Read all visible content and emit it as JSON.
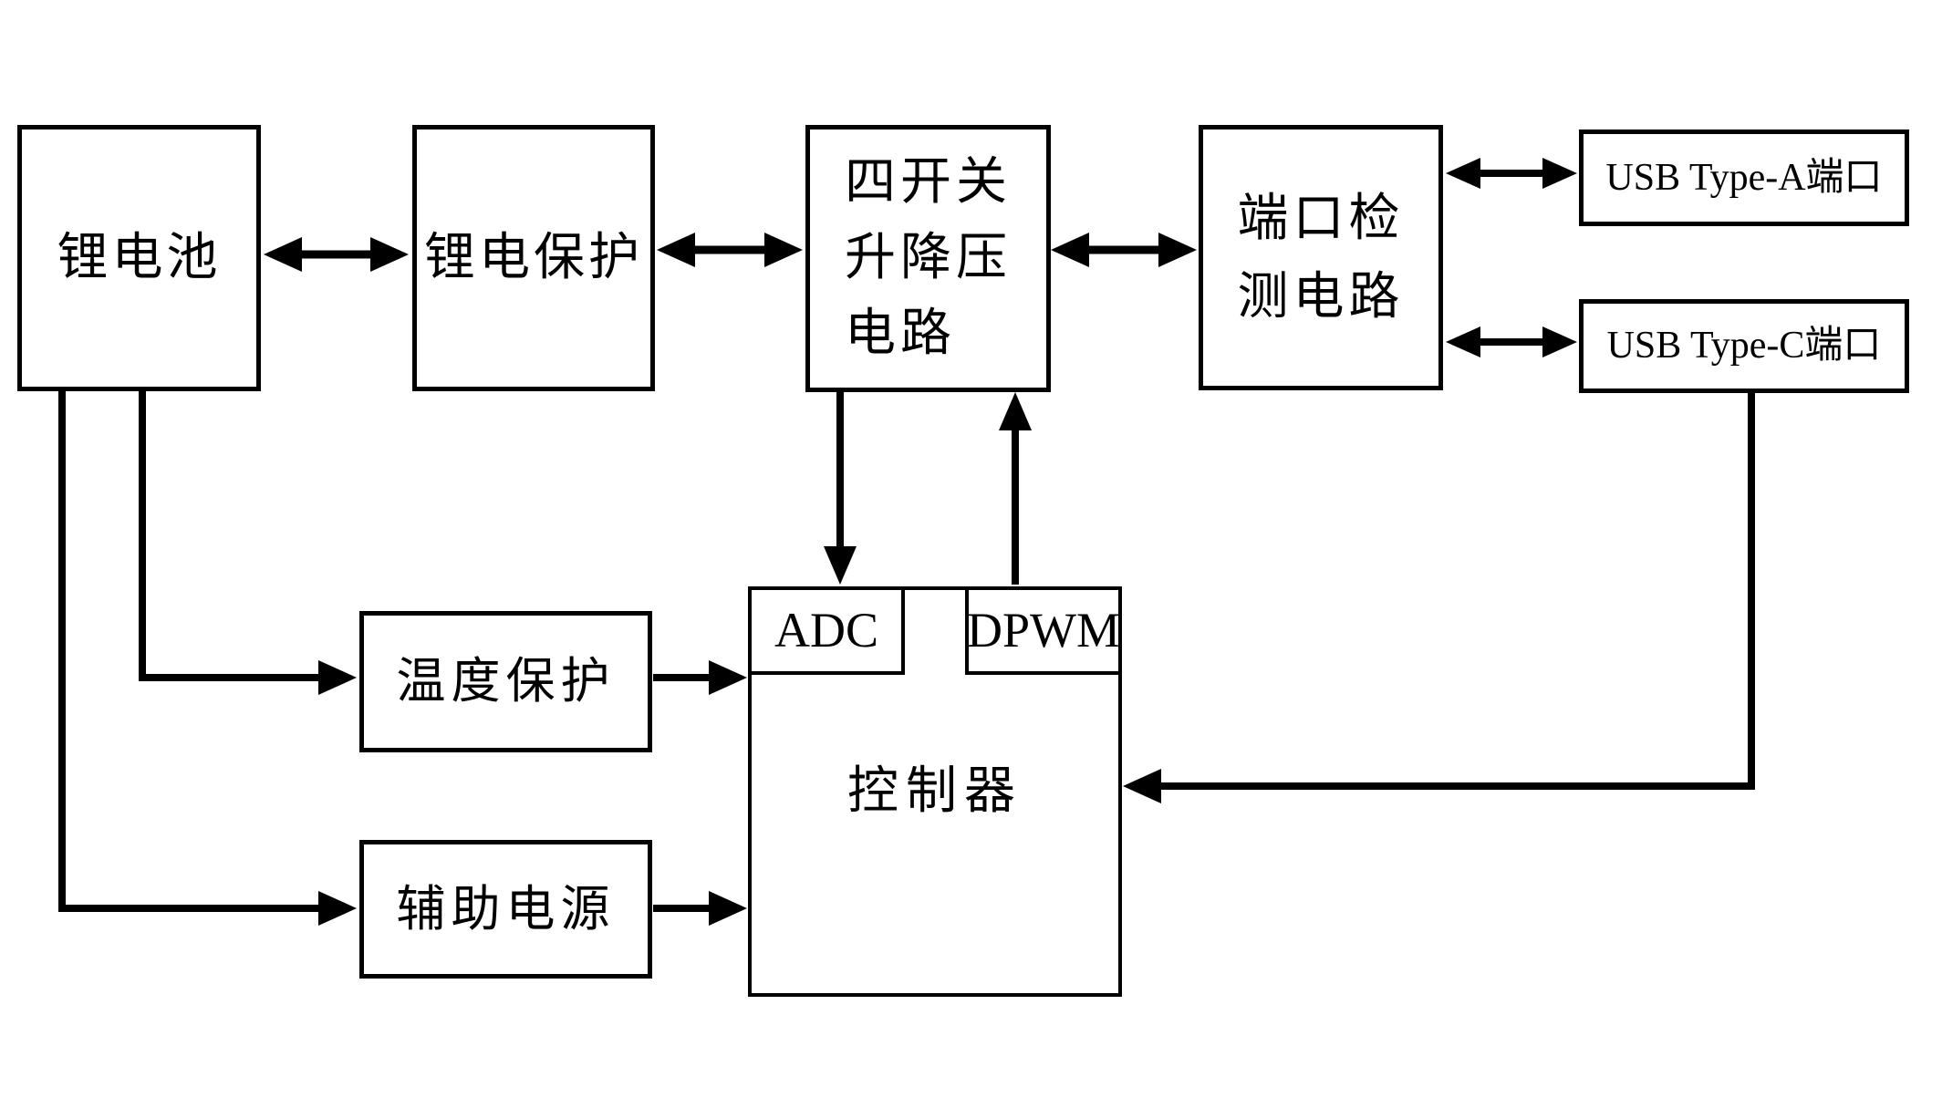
{
  "diagram": {
    "type": "block-diagram",
    "background_color": "#ffffff",
    "line_color": "#000000",
    "box_fill_color": "#ffffff",
    "nodes": {
      "battery": {
        "label": "锂电池"
      },
      "battery_protection": {
        "label": "锂电保护"
      },
      "buck_boost": {
        "label": "四开关升降压电路",
        "lines": [
          "四开关",
          "升降压",
          "电路"
        ]
      },
      "port_detection": {
        "label": "端口检测电路",
        "lines": [
          "端口检",
          "测电路"
        ]
      },
      "usb_type_a": {
        "label": "USB Type-A端口"
      },
      "usb_type_c": {
        "label": "USB Type-C端口"
      },
      "temperature_protection": {
        "label": "温度保护"
      },
      "auxiliary_power": {
        "label": "辅助电源"
      },
      "controller": {
        "label": "控制器"
      },
      "adc": {
        "label": "ADC"
      },
      "dpwm": {
        "label": "DPWM"
      }
    },
    "edges": [
      {
        "from": "锂电池",
        "to": "锂电保护",
        "style": "double-arrow"
      },
      {
        "from": "锂电保护",
        "to": "四开关升降压电路",
        "style": "double-arrow"
      },
      {
        "from": "四开关升降压电路",
        "to": "端口检测电路",
        "style": "double-arrow"
      },
      {
        "from": "端口检测电路",
        "to": "USB Type-A端口",
        "style": "double-arrow"
      },
      {
        "from": "端口检测电路",
        "to": "USB Type-C端口",
        "style": "double-arrow"
      },
      {
        "from": "四开关升降压电路",
        "to": "ADC",
        "style": "arrow"
      },
      {
        "from": "DPWM",
        "to": "四开关升降压电路",
        "style": "arrow"
      },
      {
        "from": "锂电池",
        "to": "温度保护",
        "style": "arrow"
      },
      {
        "from": "锂电池",
        "to": "辅助电源",
        "style": "arrow"
      },
      {
        "from": "温度保护",
        "to": "控制器",
        "style": "arrow"
      },
      {
        "from": "辅助电源",
        "to": "控制器",
        "style": "arrow"
      },
      {
        "from": "USB Type-C端口",
        "to": "控制器",
        "style": "arrow"
      }
    ]
  }
}
